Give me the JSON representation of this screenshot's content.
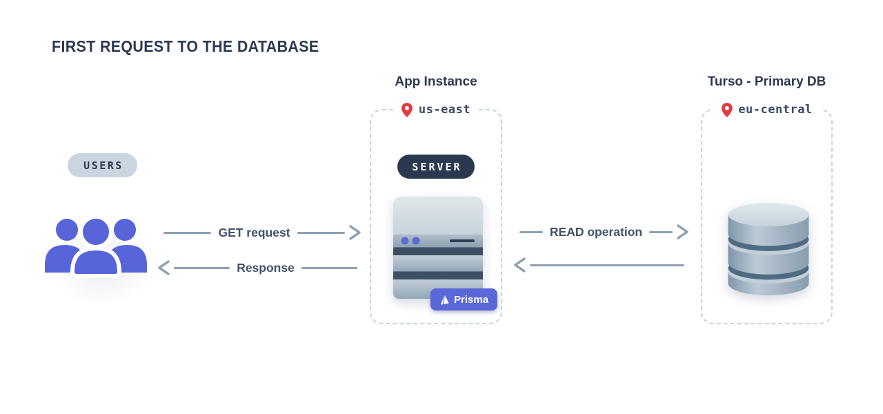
{
  "title": "FIRST REQUEST TO THE DATABASE",
  "users": {
    "badge": "USERS"
  },
  "flows_left": {
    "request": "GET request",
    "response": "Response"
  },
  "flows_right": {
    "request": "READ operation"
  },
  "app_instance": {
    "heading": "App Instance",
    "region": "us-east",
    "server_badge": "SERVER",
    "orm_badge": "Prisma"
  },
  "primary_db": {
    "heading": "Turso - Primary DB",
    "region": "eu-central"
  },
  "colors": {
    "accent_indigo": "#5765D9",
    "prisma_badge": "#5A67D8",
    "dark_navy": "#2B3950",
    "arrow_gray_blue": "#8CA0B3",
    "pin_red": "#E23B41",
    "users_pill_gray": "#CBD5E0",
    "dashed_border": "#C8D2DC"
  }
}
